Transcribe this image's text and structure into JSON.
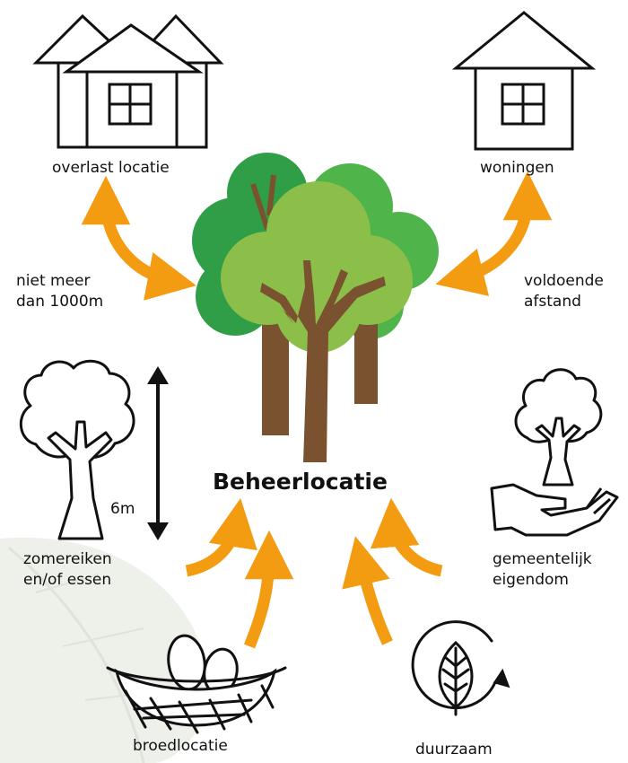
{
  "title": "Beheerlocatie",
  "labels": {
    "overlast": "overlast locatie",
    "woningen": "woningen",
    "distance_line1": "niet meer",
    "distance_line2": "dan 1000m",
    "sufficient_line1": "voldoende",
    "sufficient_line2": "afstand",
    "height": "6m",
    "trees_line1": "zomereiken",
    "trees_line2": "en/of essen",
    "municipal_line1": "gemeentelijk",
    "municipal_line2": "eigendom",
    "nest": "broedlocatie",
    "sustainable": "duurzaam"
  },
  "colors": {
    "arrow": "#f39c12",
    "leaf_dark": "#2f9e47",
    "leaf_mid": "#4fb54a",
    "leaf_light": "#8cbf4a",
    "trunk": "#7a5230",
    "line": "#111111",
    "background_leaf": "#eef0ea"
  },
  "icons": [
    "houses-icon",
    "house-icon",
    "trees-icon",
    "tree-height-icon",
    "tree-in-hand-icon",
    "nest-with-eggs-icon",
    "leaf-cycle-icon"
  ]
}
